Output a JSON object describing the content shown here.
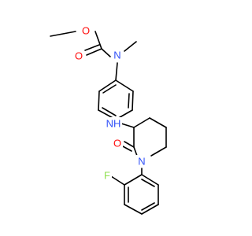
{
  "molecule": {
    "atoms": {
      "o_methoxy": {
        "label": "O",
        "color": "#ff0d0d"
      },
      "o_carbonyl_carbamate": {
        "label": "O",
        "color": "#ff0d0d"
      },
      "n_carbamate": {
        "label": "N",
        "color": "#3050f8"
      },
      "nh_amine": {
        "label": "NH",
        "color": "#3050f8"
      },
      "o_lactam": {
        "label": "O",
        "color": "#ff0d0d"
      },
      "n_ring": {
        "label": "N",
        "color": "#3050f8"
      },
      "f": {
        "label": "F",
        "color": "#90e050"
      }
    }
  }
}
